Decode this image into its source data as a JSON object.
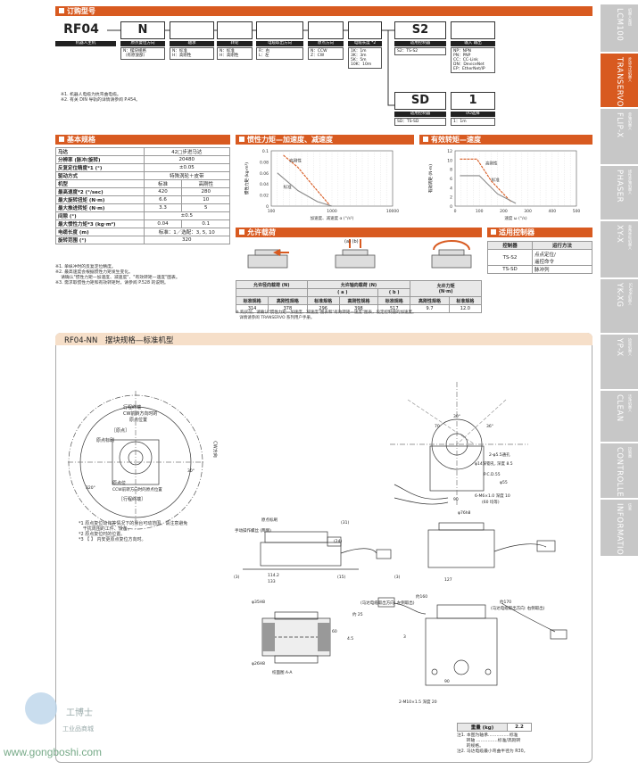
{
  "ordering": {
    "section": "订购型号",
    "model": "RF04",
    "size": "N",
    "stage1": "S2",
    "stage2": "SD",
    "io_val": "1",
    "hdr": [
      "机器人主机",
      "原点复位方向",
      "轴承",
      "转轮",
      "电缆取出方向",
      "原点方向",
      "电缆长度 *2"
    ],
    "opt_home": "N：摆块规格\n（有原放部）",
    "opt_bearing": "N：标准\nH：高刚性",
    "opt_wheel": "N：标准\nH：高刚性",
    "opt_cable_dir": "R：右\nL：左",
    "opt_origin": "N：CCW\nZ：CW",
    "opt_length": "1K：1m\n3K：3m\n5K：5m\n10K：10m",
    "ctrl_hdr": "适用控制器",
    "ctrl_opt": "S2：TS-S2",
    "io_hdr": "输入 输出",
    "io_opt": "NP：NPN\nPN：PNP\nCC：CC-Link\nDN：DeviceNet\nEP：EtherNet/IP",
    "ctrl2_hdr": "适用控制器",
    "ctrl2_opt": "SD：TS-SD",
    "io2_hdr": "I/O选择",
    "io2_opt": "1：1m",
    "notes": "※1. 机器人电缆为抗弯曲电缆。\n※2. 有关 DIN 导轨的详情请参阅 P.454。"
  },
  "specs": {
    "section": "基本规格",
    "rows": [
      [
        "马达",
        "42□步进马达"
      ],
      [
        "分辨率 (脉冲/旋转)",
        "20480"
      ],
      [
        "反复定位精度*1 (°)",
        "±0.05"
      ],
      [
        "驱动方式",
        "特殊涡轮＋皮带"
      ],
      [
        "机型",
        "标准|高刚性"
      ],
      [
        "最高速度*2 (°/sec)",
        "420|280"
      ],
      [
        "最大旋转扭矩 (N·m)",
        "6.6|10"
      ],
      [
        "最大推进转矩 (N·m)",
        "3.3|5"
      ],
      [
        "间隙 (°)",
        "±0.5"
      ],
      [
        "最大惯性力矩*3 (kg·m²)",
        "0.04|0.1"
      ],
      [
        "电缆长度 (m)",
        "标准：1／选配：3, 5, 10"
      ],
      [
        "旋转范围 (°)",
        "320"
      ]
    ],
    "notes": "※1. 单纵冲时的反复定位精度。\n※2. 最高速度会根据惯性力矩发生变化。\n    请确认\"惯性力矩—加速度、减速度\"、\"有效转矩—速度\"图表。\n※3. 需求取惯性力矩和有效转矩时，请参阅 P.528 的说明。"
  },
  "inertia": {
    "section": "惯性力矩—加速度、减速度",
    "ylabel": "惯性力矩 (kg·m²)",
    "xlabel": "加速度、减速度 α (°/s²)",
    "yticks": [
      "0.1",
      "0.08",
      "0.06",
      "0.04",
      "0.02",
      "0"
    ],
    "xticks": [
      "100",
      "1000",
      "10000"
    ],
    "s1": "高刚性",
    "s2": "标准"
  },
  "torque": {
    "section": "有效转矩—速度",
    "ylabel": "有效转矩 (N·m)",
    "xlabel": "速度 ω (°/s)",
    "yticks": [
      "12",
      "10",
      "8",
      "6",
      "4",
      "2",
      "0"
    ],
    "xticks": [
      "0",
      "100",
      "200",
      "300",
      "400",
      "500"
    ],
    "s1": "高刚性",
    "s2": "标准"
  },
  "load": {
    "section": "允许载荷",
    "h1": "允许径向载荷 (N)",
    "h2": "允许轴向载荷 (N)",
    "h2a": "( a )",
    "h2b": "( b )",
    "h3": "允许力矩\n(N·m)",
    "sub": [
      "标准规格",
      "高刚性规格",
      "标准规格",
      "高刚性规格",
      "标准规格",
      "高刚性规格",
      "标准规格",
      "高刚性规格"
    ],
    "vals": [
      "314",
      "378",
      "296",
      "398",
      "517",
      "9.7",
      "12.0"
    ],
    "arrows": "(a)    (b)",
    "note": "※ 购买前，请确认\"惯性力矩—加速度、减速度\"图表和\"有效转矩—速度\"图表，设定控制器的加速度。\n   详情请参阅 TRANSERVO 系列用户手册。"
  },
  "ctrl": {
    "section": "适用控制器",
    "h1": "控制器",
    "h2": "运行方法",
    "rows": [
      [
        "TS-S2",
        "点点定位/\n遥控命令"
      ],
      [
        "TS-SD",
        "脉冲列"
      ]
    ]
  },
  "drawing": {
    "title": "RF04-NN　摆块规格—标准机型",
    "left_labels": [
      "行程终端",
      "CW前转方向时的",
      "原点位置",
      "［原点］",
      "CW方向",
      "原点标刷",
      "［行程终端］",
      "原点位",
      "CCW前转方向时的原点位置"
    ],
    "notes": "*1 原点复位动作等情况下的滑台可动范围。请注意避免\n   干扰周围的工件、设备。\n*2 原点复位时的位置。\n*3 【 】 内安更原点复位方向时。",
    "dims": [
      "114.2",
      "133",
      "127",
      "90",
      "90",
      "70",
      "(31)",
      "(24)",
      "(3)",
      "(15)",
      "(3)",
      "φ35H8",
      "φ26H8",
      "φ76h8",
      "φ55",
      "φ14深锪孔, 深度 8.5",
      "2-φ5.5通孔",
      "P.C.D.55",
      "6-M6×1.0 深度 10",
      "(60 均等)",
      "2-M10×1.5 深度 20",
      "绞面图 A-A",
      "原点标刷",
      "手动操作螺丝 (两侧)",
      "约160",
      "(马达电缆取出方向: 左侧取出)",
      "约170",
      "(马达电缆取出方向: 右侧取出)",
      "约 25",
      "4.5",
      "60",
      "3",
      "320°",
      "30°",
      "30°",
      "36°"
    ]
  },
  "weight": {
    "h": "重量 (kg)",
    "v": "2.2",
    "note": "注1. 本图为轴承……………标准\n       转轴 ……………标准/高刚转\n       的规格。\n注2. 马达电缆最小弯曲半径为 R30。"
  },
  "tabs": [
    [
      "LCM100",
      "机器人直线"
    ],
    [
      "TRANSERVO",
      "步进马达机器人"
    ],
    [
      "FLIP-X",
      "单轴机器人"
    ],
    [
      "PHASER",
      "线性单轴机器人"
    ],
    [
      "XY-X",
      "直角坐标机器人"
    ],
    [
      "YK-XG",
      "SCARA机器人"
    ],
    [
      "YP-X",
      "拾放机器人"
    ],
    [
      "CLEAN",
      "洁净机器人"
    ],
    [
      "CONTROLLER",
      "控制器"
    ],
    [
      "INFORMATION",
      "信息"
    ]
  ],
  "watermark": {
    "site": "www.gongboshi.com",
    "name": "工博士",
    "sub": "工业品商城"
  },
  "colors": {
    "accent": "#d85a20",
    "tab": "#c7c7c7"
  }
}
